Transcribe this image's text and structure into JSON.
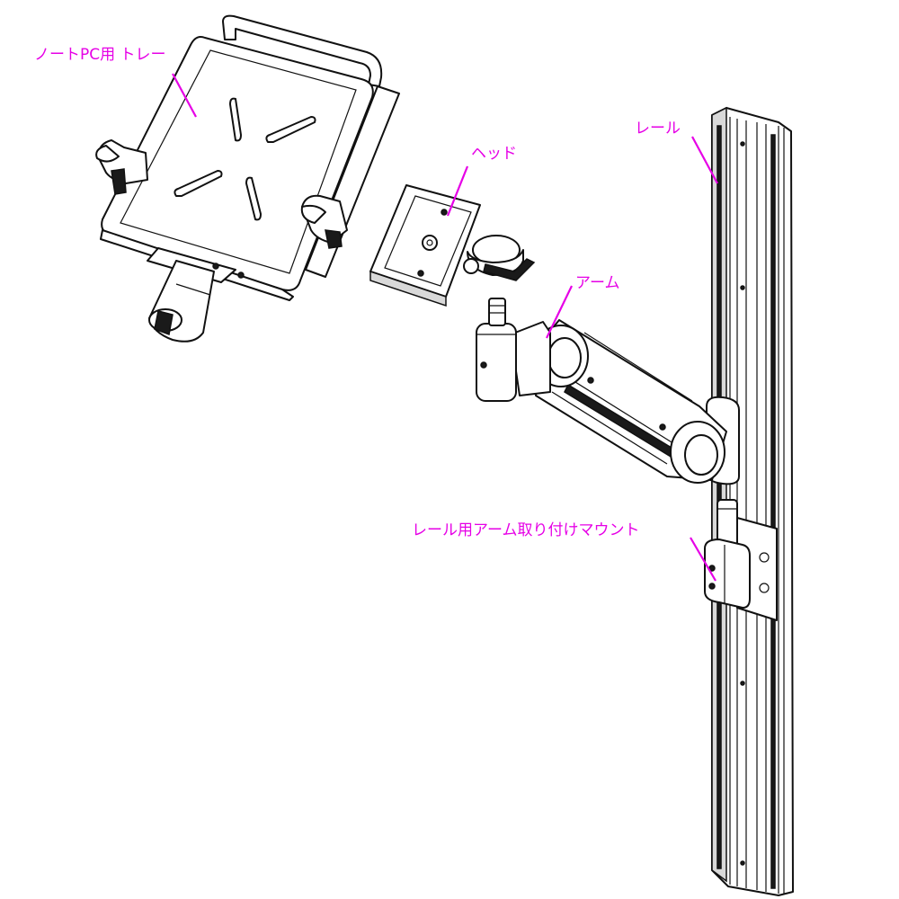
{
  "labels": {
    "tray": "ノートPC用 トレー",
    "head": "ヘッド",
    "arm": "アーム",
    "rail": "レール",
    "mount": "レール用アーム取り付けマウント"
  },
  "colors": {
    "label": "#e600e6",
    "line": "#111111",
    "background": "#ffffff"
  }
}
